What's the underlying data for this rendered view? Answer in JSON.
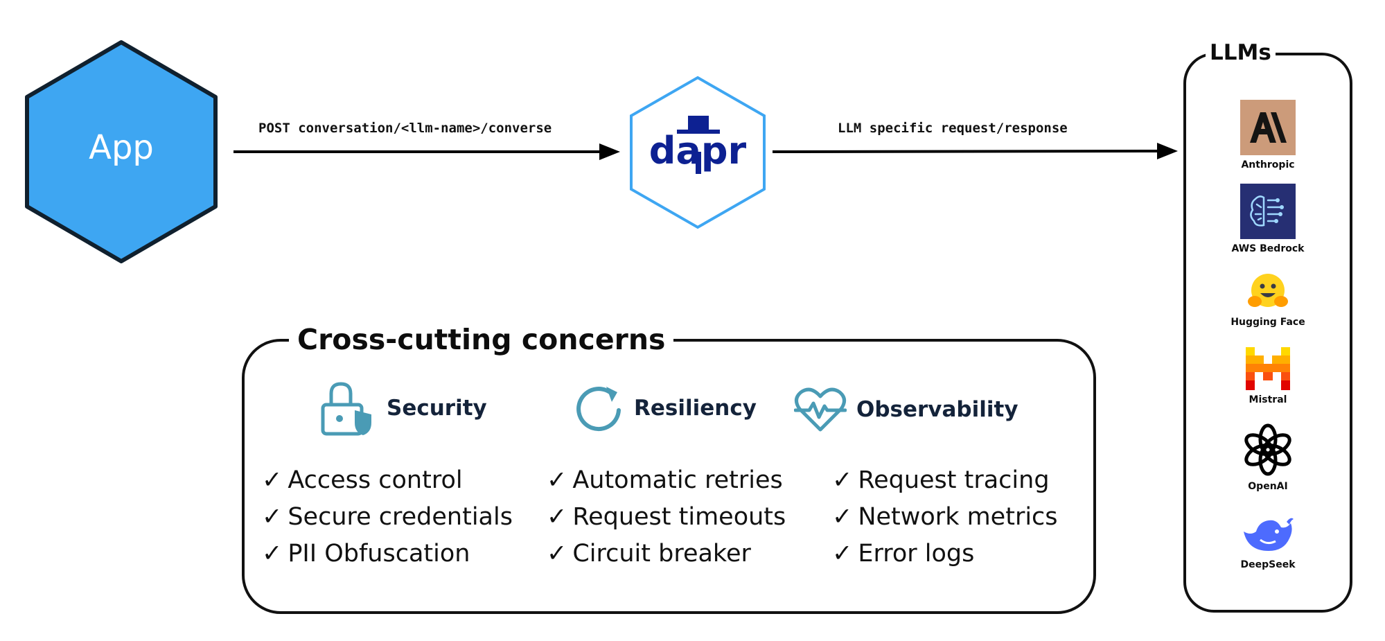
{
  "app": {
    "label": "App",
    "color": "#3ea6f2"
  },
  "dapr": {
    "name": "dapr",
    "color": "#0d2192",
    "ring_color": "#3ea6f2"
  },
  "arrows": {
    "app_to_dapr": "POST conversation/<llm-name>/converse",
    "dapr_to_llms": "LLM specific request/response"
  },
  "llms": {
    "title": "LLMs",
    "providers": [
      {
        "name": "Anthropic",
        "icon": "anthropic-logo"
      },
      {
        "name": "AWS Bedrock",
        "icon": "aws-bedrock-logo"
      },
      {
        "name": "Hugging Face",
        "icon": "hugging-face-logo"
      },
      {
        "name": "Mistral",
        "icon": "mistral-logo"
      },
      {
        "name": "OpenAI",
        "icon": "openai-logo"
      },
      {
        "name": "DeepSeek",
        "icon": "deepseek-logo"
      }
    ]
  },
  "cross_cutting": {
    "title": "Cross-cutting concerns",
    "check": "✓",
    "categories": [
      {
        "label": "Security",
        "icon": "lock-shield-icon",
        "items": [
          "Access control",
          "Secure credentials",
          "PII Obfuscation"
        ]
      },
      {
        "label": "Resiliency",
        "icon": "refresh-icon",
        "items": [
          "Automatic retries",
          "Request timeouts",
          "Circuit breaker"
        ]
      },
      {
        "label": "Observability",
        "icon": "heartbeat-icon",
        "items": [
          "Request tracing",
          "Network metrics",
          "Error logs"
        ]
      }
    ],
    "icon_color": "#4a9bb5"
  }
}
